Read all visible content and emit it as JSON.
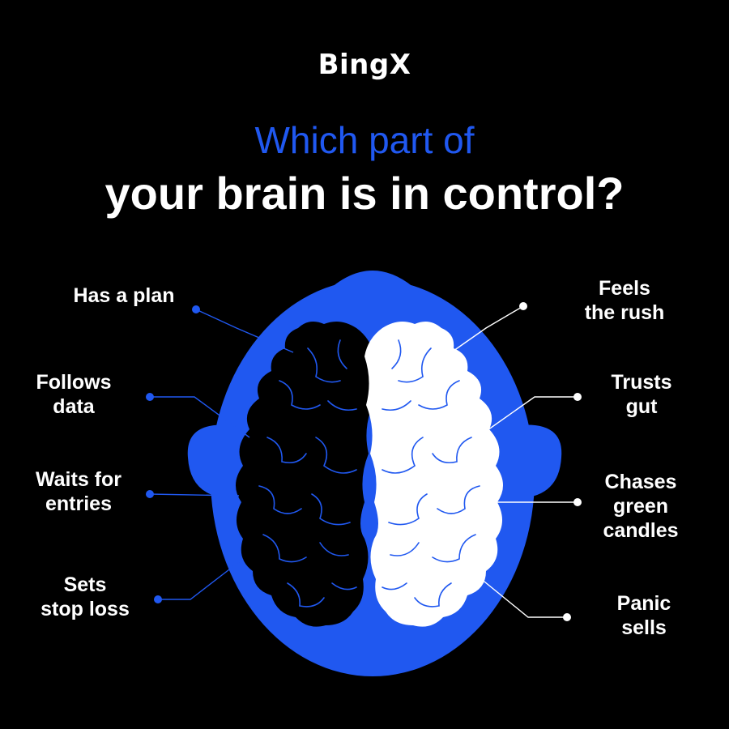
{
  "brand": {
    "logo_text": "BingX"
  },
  "headline": {
    "line1": "Which part of",
    "line2": "your brain is in control?"
  },
  "left_labels": [
    "Has a plan",
    "Follows\ndata",
    "Waits for\nentries",
    "Sets\nstop loss"
  ],
  "right_labels": [
    "Feels\nthe rush",
    "Trusts\ngut",
    "Chases\ngreen\ncandles",
    "Panic\nsells"
  ],
  "colors": {
    "background": "#000000",
    "accent_blue": "#2058f0",
    "text": "#ffffff",
    "rational_hemisphere": "#000000",
    "emotional_hemisphere": "#ffffff"
  }
}
